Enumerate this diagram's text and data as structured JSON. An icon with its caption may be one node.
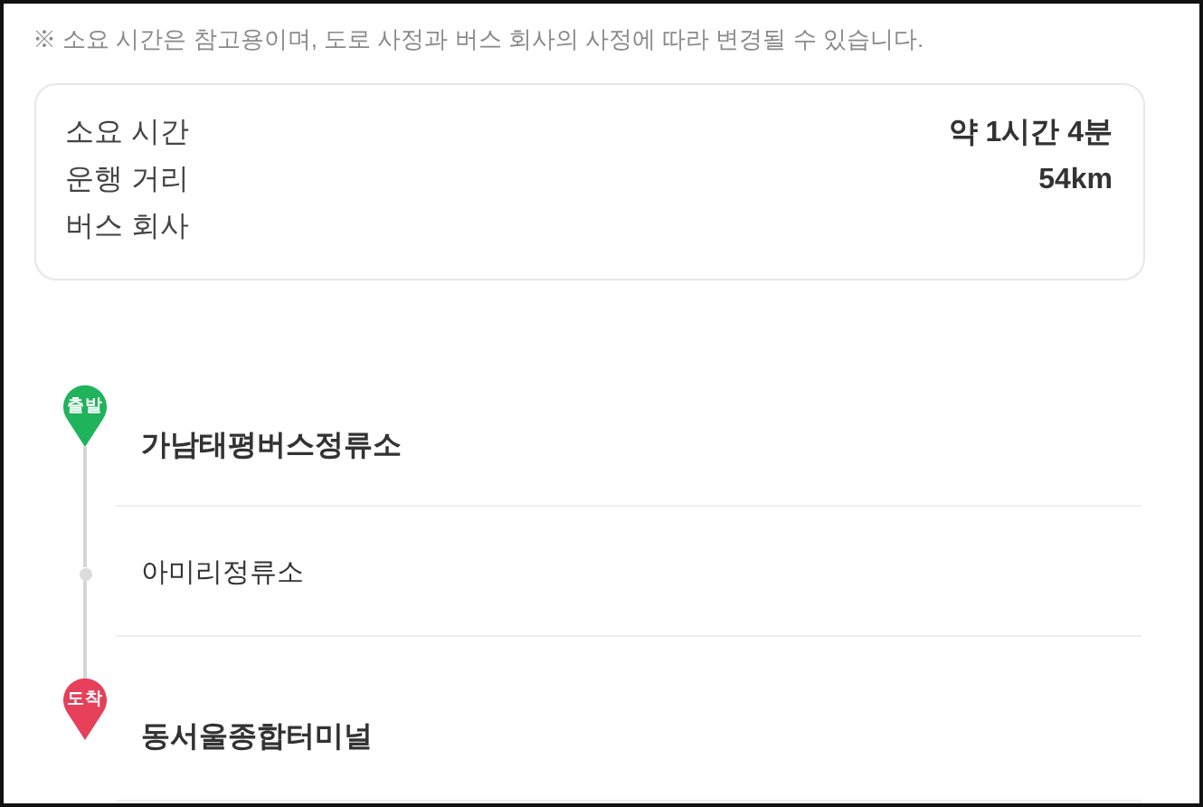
{
  "diagram": {
    "nodes": [
      {
        "text": [
          "소요 시간",
          "약 1시간 4분",
          "운행 거리",
          "54km",
          "버스 회사"
        ]
      },
      {
        "text": [
          "출발"
        ],
        "beside": [
          "가남태평버스정류소"
        ]
      },
      {
        "text": [],
        "shape": "circle",
        "beside": [
          "아미리정류소"
        ]
      },
      {
        "text": [
          "도착"
        ],
        "beside": [
          "동서울종합터미널"
        ]
      }
    ],
    "edges": [
      {
        "from": 1,
        "to": 2,
        "arrow": "none"
      },
      {
        "from": 2,
        "to": 3,
        "arrow": "none"
      }
    ],
    "labels": [
      "※ 소요 시간은 참고용이며, 도로 사정과 버스 회사의 사정에 따라 변경될 수 있습니다."
    ]
  }
}
